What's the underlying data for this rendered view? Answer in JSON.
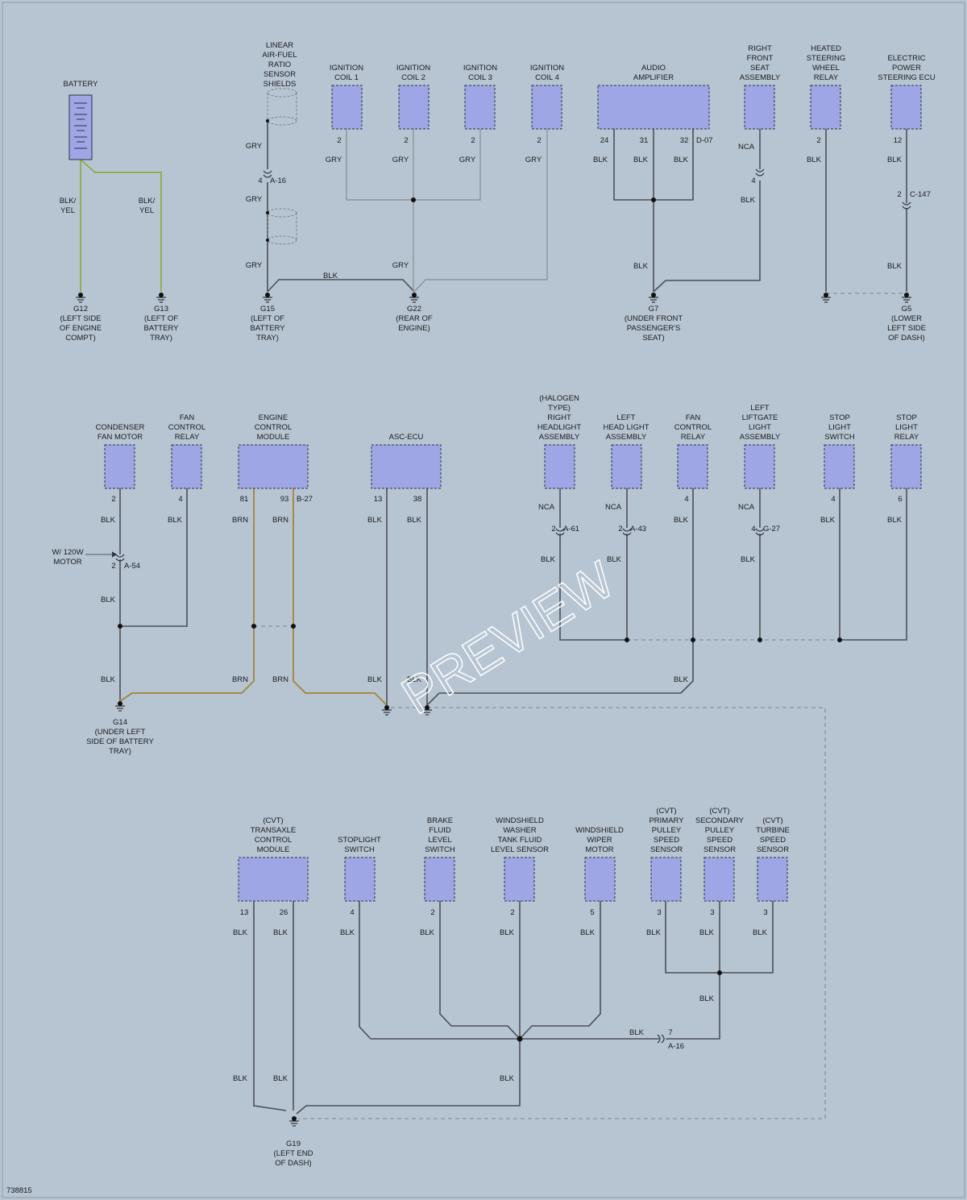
{
  "diagram_id": "738815",
  "watermark": "PREVIEW",
  "components": {
    "battery": [
      "BATTERY"
    ],
    "lafr": [
      "LINEAR",
      "AIR-FUEL",
      "RATIO",
      "SENSOR",
      "SHIELDS"
    ],
    "ig1": [
      "IGNITION",
      "COIL 1"
    ],
    "ig2": [
      "IGNITION",
      "COIL 2"
    ],
    "ig3": [
      "IGNITION",
      "COIL 3"
    ],
    "ig4": [
      "IGNITION",
      "COIL 4"
    ],
    "audio": [
      "AUDIO",
      "AMPLIFIER"
    ],
    "rfseat": [
      "RIGHT",
      "FRONT",
      "SEAT",
      "ASSEMBLY"
    ],
    "hsw": [
      "HEATED",
      "STEERING",
      "WHEEL",
      "RELAY"
    ],
    "eps": [
      "ELECTRIC",
      "POWER",
      "STEERING ECU"
    ],
    "cond": [
      "CONDENSER",
      "FAN MOTOR"
    ],
    "fcr1": [
      "FAN",
      "CONTROL",
      "RELAY"
    ],
    "ecm": [
      "ENGINE",
      "CONTROL",
      "MODULE"
    ],
    "asc": [
      "ASC-ECU"
    ],
    "rhl": [
      "(HALOGEN",
      "TYPE)",
      "RIGHT",
      "HEADLIGHT",
      "ASSEMBLY"
    ],
    "lhl": [
      "LEFT",
      "HEAD LIGHT",
      "ASSEMBLY"
    ],
    "fcr2": [
      "FAN",
      "CONTROL",
      "RELAY"
    ],
    "llg": [
      "LEFT",
      "LIFTGATE",
      "LIGHT",
      "ASSEMBLY"
    ],
    "sls": [
      "STOP",
      "LIGHT",
      "SWITCH"
    ],
    "slr": [
      "STOP",
      "LIGHT",
      "RELAY"
    ],
    "tcm": [
      "(CVT)",
      "TRANSAXLE",
      "CONTROL",
      "MODULE"
    ],
    "stopsw": [
      "STOPLIGHT",
      "SWITCH"
    ],
    "bfl": [
      "BRAKE",
      "FLUID",
      "LEVEL",
      "SWITCH"
    ],
    "wwt": [
      "WINDSHIELD",
      "WASHER",
      "TANK FLUID",
      "LEVEL SENSOR"
    ],
    "wwm": [
      "WINDSHIELD",
      "WIPER",
      "MOTOR"
    ],
    "pps": [
      "(CVT)",
      "PRIMARY",
      "PULLEY",
      "SPEED",
      "SENSOR"
    ],
    "sps": [
      "(CVT)",
      "SECONDARY",
      "PULLEY",
      "SPEED",
      "SENSOR"
    ],
    "tss": [
      "(CVT)",
      "TURBINE",
      "SPEED",
      "SENSOR"
    ]
  },
  "grounds": {
    "g12": [
      "G12",
      "(LEFT SIDE",
      "OF ENGINE",
      "COMPT)"
    ],
    "g13": [
      "G13",
      "(LEFT OF",
      "BATTERY",
      "TRAY)"
    ],
    "g15": [
      "G15",
      "(LEFT OF",
      "BATTERY",
      "TRAY)"
    ],
    "g22": [
      "G22",
      "(REAR OF",
      "ENGINE)"
    ],
    "g7": [
      "G7",
      "(UNDER FRONT",
      "PASSENGER'S",
      "SEAT)"
    ],
    "g5": [
      "G5",
      "(LOWER",
      "LEFT SIDE",
      "OF DASH)"
    ],
    "g14": [
      "G14",
      "(UNDER LEFT",
      "SIDE OF BATTERY",
      "TRAY)"
    ],
    "g19": [
      "G19",
      "(LEFT END",
      "OF DASH)"
    ]
  },
  "colors": {
    "gry": "GRY",
    "blk": "BLK",
    "brn": "BRN",
    "nca": "NCA",
    "blkyel": [
      "BLK/",
      "YEL"
    ]
  },
  "connectors": {
    "a16": "A-16",
    "d07": "D-07",
    "c147": "C-147",
    "a54": "A-54",
    "b27": "B-27",
    "a61": "A-61",
    "a43": "A-43",
    "g27": "G-27"
  },
  "pins": {
    "p2": "2",
    "p4": "4",
    "p6": "6",
    "p7": "7",
    "p3": "3",
    "p5": "5",
    "p12": "12",
    "p13": "13",
    "p24": "24",
    "p26": "26",
    "p31": "31",
    "p32": "32",
    "p38": "38",
    "p81": "81",
    "p93": "93"
  },
  "notes": {
    "w120": [
      "W/ 120W",
      "MOTOR"
    ]
  },
  "palette": {
    "background": "#b7c5d3",
    "component": "#9ea6e6",
    "wire": "#4c4f58",
    "blk_yel": "#8fae5a",
    "brn": "#a58a48"
  }
}
